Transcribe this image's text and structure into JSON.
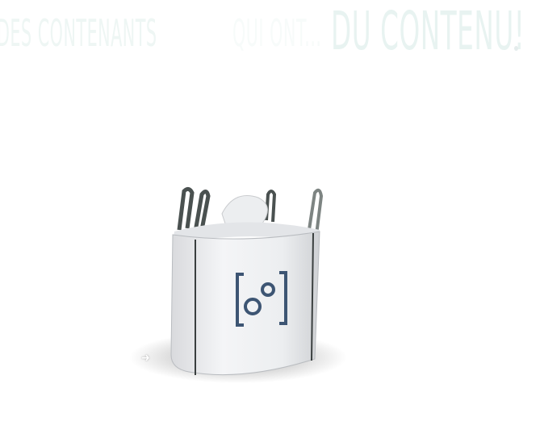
{
  "headline": {
    "part1": "DES CONTENANTS",
    "part2": "QUI ONT...",
    "part3": "DU CONTENU!"
  },
  "product": {
    "image": "big-bag-fibc",
    "logo_icon": "gears-icon",
    "logo_color": "#3d5573"
  },
  "icons": {
    "arrow": "arrow-right-icon"
  }
}
